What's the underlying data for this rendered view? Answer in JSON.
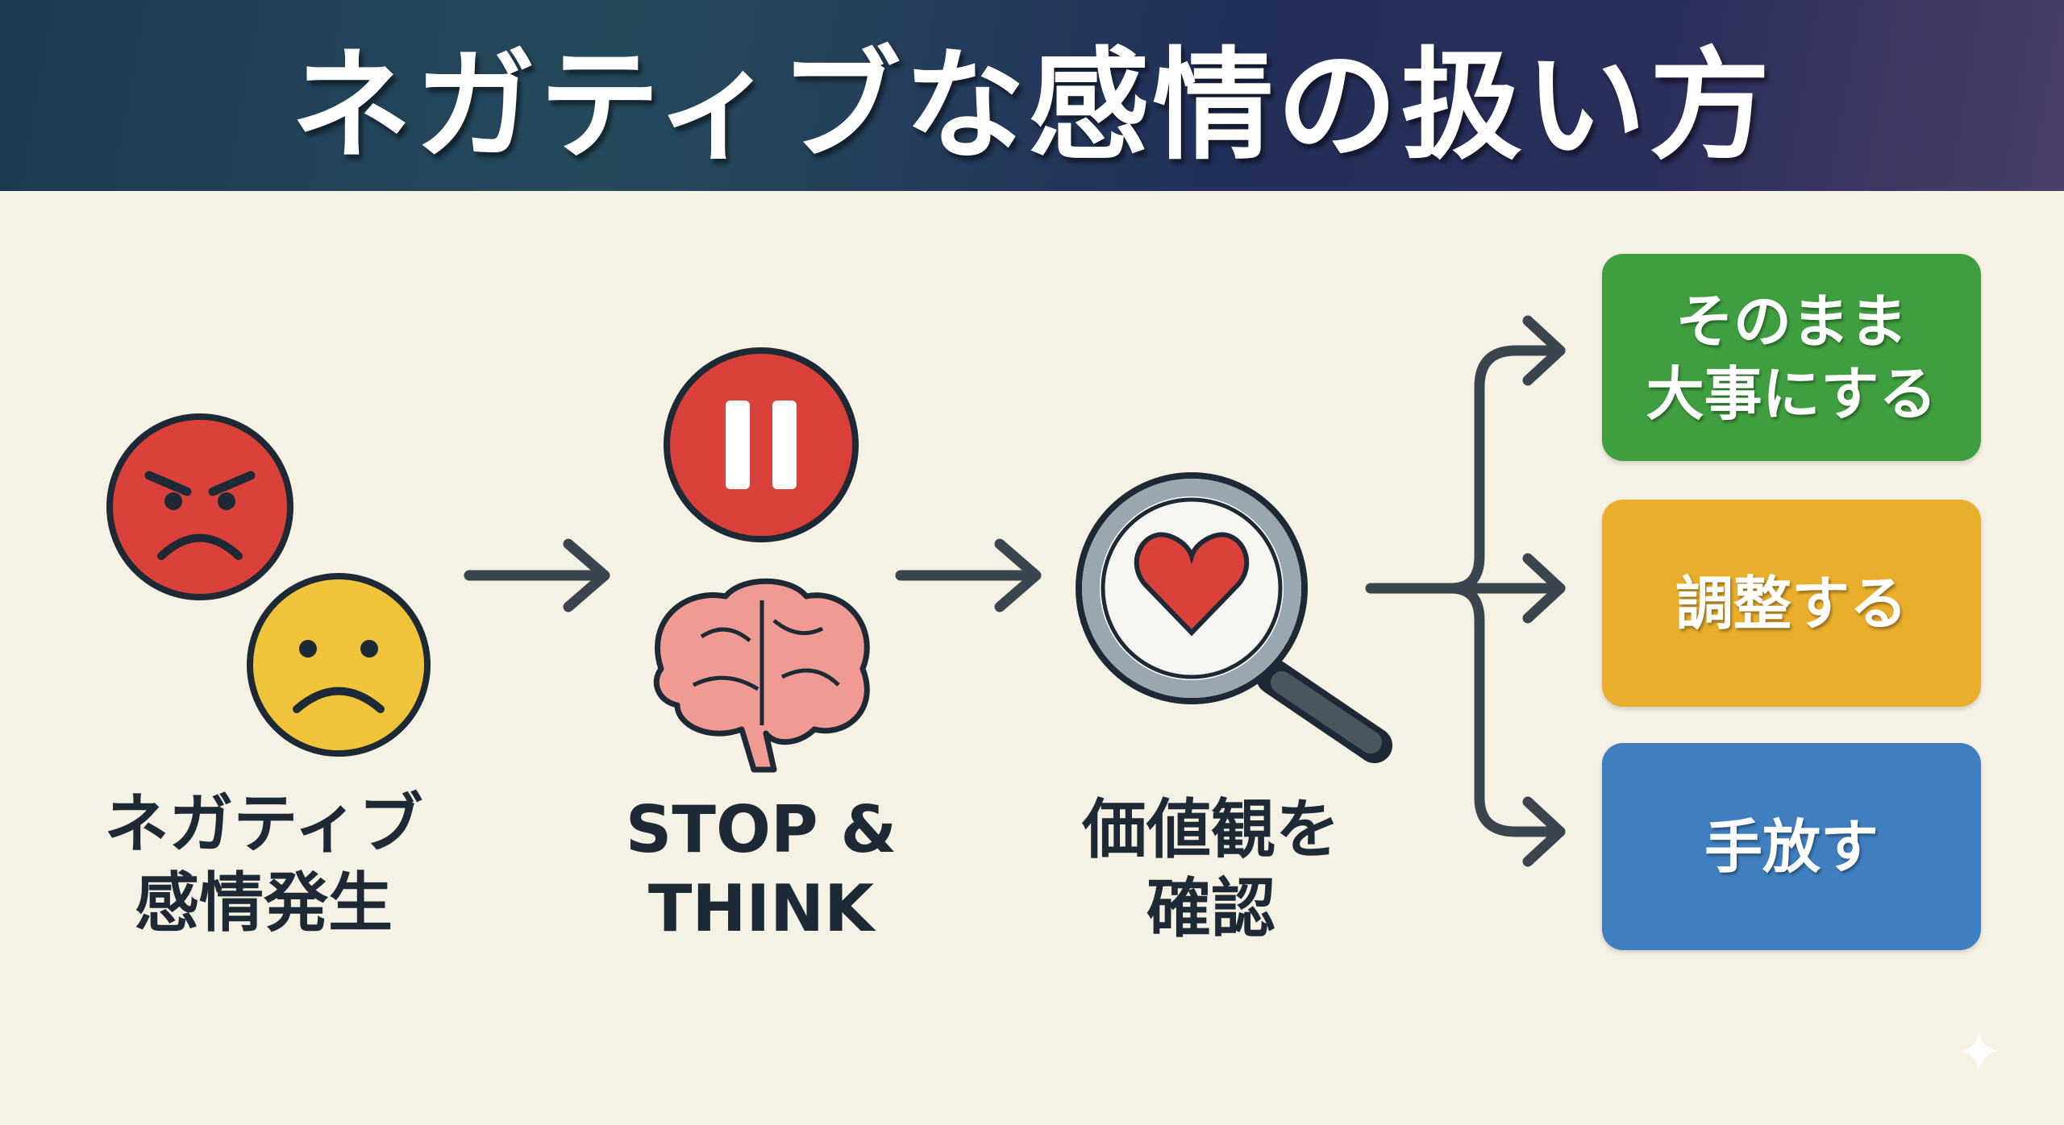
{
  "title": "ネガティブな感情の扱い方",
  "steps": [
    {
      "line1": "ネガティブ",
      "line2": "感情発生"
    },
    {
      "line1": "STOP &",
      "line2": "THINK"
    },
    {
      "line1": "価値観を",
      "line2": "確認"
    }
  ],
  "outcomes": [
    {
      "line1": "そのまま",
      "line2": "大事にする",
      "color": "#3f9e3f"
    },
    {
      "line1": "調整する",
      "color": "#e9ae2c"
    },
    {
      "line1": "手放す",
      "color": "#3f7fc0"
    }
  ],
  "colors": {
    "arrow": "#3a4550",
    "angry_face": "#d9413a",
    "sad_face": "#f0c43a",
    "pause": "#d9413a",
    "brain": "#ef9a92",
    "heart": "#d9413a"
  }
}
